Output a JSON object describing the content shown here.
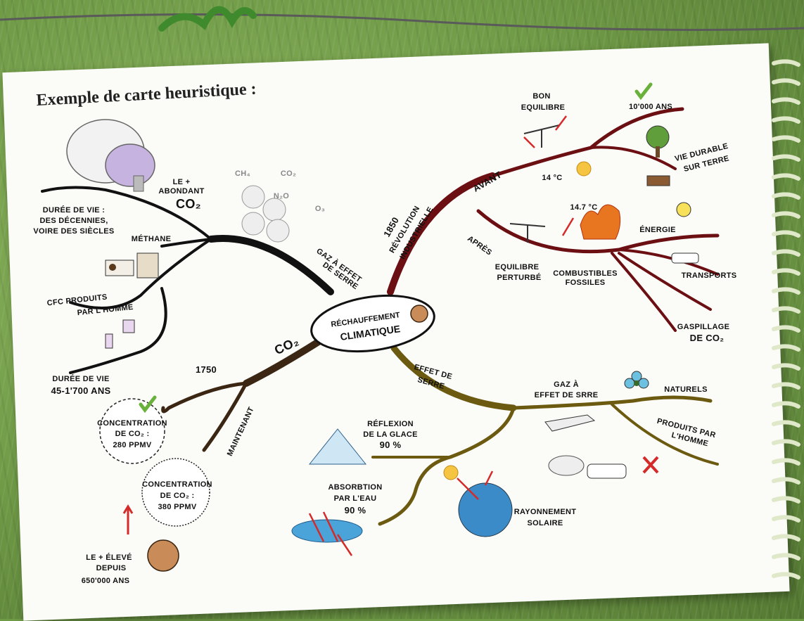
{
  "title": "Exemple de carte heuristique :",
  "center": {
    "line1": "RÉCHAUFFEMENT",
    "line2": "CLIMATIQUE"
  },
  "gas_formulas": [
    "CH₄",
    "CO₂",
    "N₂O",
    "O₃"
  ],
  "branches": {
    "greenhouse_gas": {
      "label_line1": "GAZ À EFFET",
      "label_line2": "DE SERRE",
      "abondant": [
        "LE +",
        "ABONDANT",
        "CO₂"
      ],
      "duree_vie_siecles": [
        "DURÉE DE VIE :",
        "DES DÉCENNIES,",
        "VOIRE DES SIÈCLES"
      ],
      "methane": "MÉTHANE",
      "cfc": [
        "CFC PRODUITS",
        "PAR L'HOMME"
      ],
      "duree_vie_ans": [
        "DURÉE DE VIE",
        "45-1'700 ANS"
      ]
    },
    "revolution": {
      "label": [
        "1850",
        "RÉVOLUTION",
        "INDUSTRIELLE"
      ],
      "avant": "AVANT",
      "bon_equilibre": [
        "BON",
        "EQUILIBRE"
      ],
      "dix_mille_ans": "10'000 ANS",
      "vie_durable": [
        "VIE DURABLE",
        "SUR TERRE"
      ],
      "temp_avant": "14 °C",
      "temp_apres": "14.7 °C",
      "apres": "APRÈS",
      "equilibre_perturbe": [
        "EQUILIBRE",
        "PERTURBÉ"
      ],
      "combustibles": [
        "COMBUSTIBLES",
        "FOSSILES"
      ],
      "energie": "ÉNERGIE",
      "transports": "TRANSPORTS",
      "gaspillage": [
        "GASPILLAGE",
        "DE CO₂"
      ]
    },
    "co2": {
      "label": "CO₂",
      "year_1750": "1750",
      "maintenant": "MAINTENANT",
      "conc_280": [
        "CONCENTRATION",
        "DE CO₂ :",
        "280 PPMV"
      ],
      "conc_380": [
        "CONCENTRATION",
        "DE CO₂ :",
        "380 PPMV"
      ],
      "plus_eleve": [
        "LE + ÉLEVÉ",
        "DEPUIS",
        "650'000 ANS"
      ]
    },
    "effet_serre": {
      "label": [
        "EFFET DE",
        "SERRE"
      ],
      "gaz_effet": [
        "GAZ À",
        "EFFET DE SRRE"
      ],
      "naturels": "NATURELS",
      "produits_homme": [
        "PRODUITS PAR",
        "L'HOMME"
      ],
      "reflexion": [
        "RÉFLEXION",
        "DE LA GLACE",
        "90 %"
      ],
      "absorbtion": [
        "ABSORBTION",
        "PAR L'EAU",
        "90 %"
      ],
      "rayonnement": [
        "RAYONNEMENT",
        "SOLAIRE"
      ]
    }
  },
  "colors": {
    "greenhouse_branch": "#111111",
    "revolution_branch": "#6b0f12",
    "co2_branch": "#3a2612",
    "effet_serre_branch": "#6b5a10",
    "arrow_red": "#d42a2a",
    "check_green": "#69b13a"
  }
}
